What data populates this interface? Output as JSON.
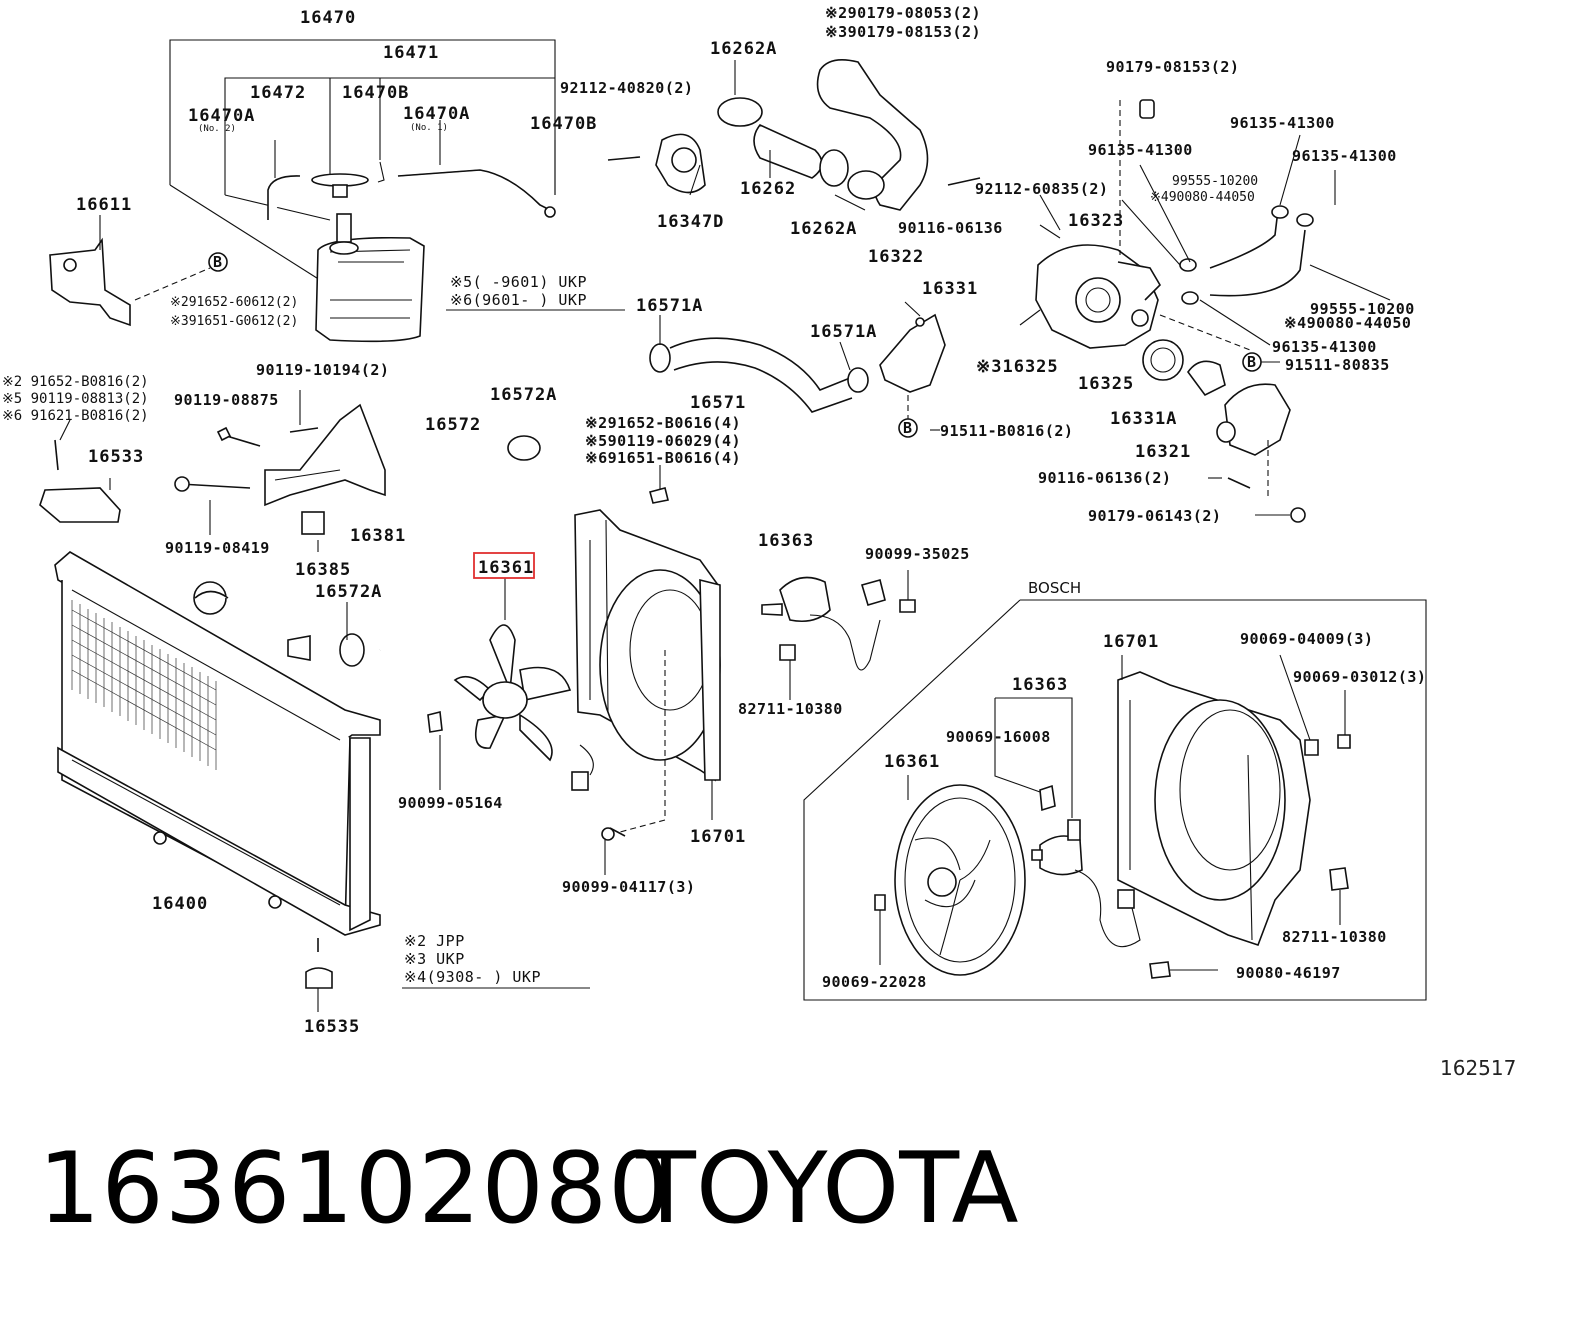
{
  "labels": {
    "p16470": "16470",
    "p16471": "16471",
    "p16472": "16472",
    "p16470B_top": "16470B",
    "p16470A_left": "16470A",
    "p16470A_left_note": "(No. 2)",
    "p16470A_mid": "16470A",
    "p16470A_mid_note": "(No. 1)",
    "p16470B_right": "16470B",
    "p92112_40820": "92112-40820(2)",
    "p16262A_top": "16262A",
    "p90179_08053": "※290179-08053(2)",
    "p90179_08153_top": "※390179-08153(2)",
    "p90179_08153_r": "90179-08153(2)",
    "p96135_41300_a": "96135-41300",
    "p96135_41300_b": "96135-41300",
    "p96135_41300_c": "96135-41300",
    "p99555_10200_a": "99555-10200",
    "p90080_44050_a": "※490080-44050",
    "p99555_10200_b": "99555-10200",
    "p90080_44050_b": "※490080-44050",
    "p96135_41300_d": "96135-41300",
    "p91511_80835": "91511-80835",
    "p16611": "16611",
    "p16347D": "16347D",
    "p16262": "16262",
    "p16262A_mid": "16262A",
    "p90116_06136_top": "90116-06136",
    "p92112_60835": "92112-60835(2)",
    "p16323": "16323",
    "p16322": "16322",
    "p91652_60612": "※291652-60612(2)",
    "p91651_G0612": "※391651-G0612(2)",
    "note5": "※5(      -9601) UKP",
    "note6": "※6(9601-      ) UKP",
    "p16571A_left": "16571A",
    "p16331": "16331",
    "p16571A_right": "16571A",
    "p16325_a": "※316325",
    "p16325_b": "16325",
    "p16571": "16571",
    "p16331A": "16331A",
    "p16321": "16321",
    "p91511_B0816": "91511-B0816(2)",
    "p90116_06136_b": "90116-06136(2)",
    "p90179_06143": "90179-06143(2)",
    "p91652_B0816": "※2 91652-B0816(2)",
    "p90119_08813": "※5 90119-08813(2)",
    "p91621_B0816": "※6 91621-B0816(2)",
    "p90119_10194": "90119-10194(2)",
    "p90119_08875": "90119-08875",
    "p16572A_top": "16572A",
    "p16572": "16572",
    "p91652_B0616": "※291652-B0616(4)",
    "p90119_06029": "※590119-06029(4)",
    "p91651_B0616": "※691651-B0616(4)",
    "p16533": "16533",
    "p90119_08419": "90119-08419",
    "p16381": "16381",
    "p16385": "16385",
    "p16572A_bot": "16572A",
    "p16361_hl": "16361",
    "p16363_top": "16363",
    "p90099_35025": "90099-35025",
    "bosch": "BOSCH",
    "p16701_b": "16701",
    "p90069_04009": "90069-04009(3)",
    "p16363_b": "16363",
    "p90069_03012": "90069-03012(3)",
    "p82711_10380_a": "82711-10380",
    "p90069_16008": "90069-16008",
    "p16361_b": "16361",
    "p90099_05164": "90099-05164",
    "p16701_a": "16701",
    "p16400": "16400",
    "p90099_04117": "90099-04117(3)",
    "p82711_10380_b": "82711-10380",
    "p90069_22028": "90069-22028",
    "p90080_46197": "90080-46197",
    "p16535": "16535",
    "note2": "※2 JPP",
    "note3": "※3 UKP",
    "note4": "※4(9308-      ) UKP",
    "circle_b": "B"
  },
  "figure_number": "162517",
  "footer": {
    "part_number": "1636102080",
    "brand": "TOYOTA"
  },
  "colors": {
    "line": "#111111",
    "highlight": "#e03030",
    "background": "#ffffff"
  }
}
